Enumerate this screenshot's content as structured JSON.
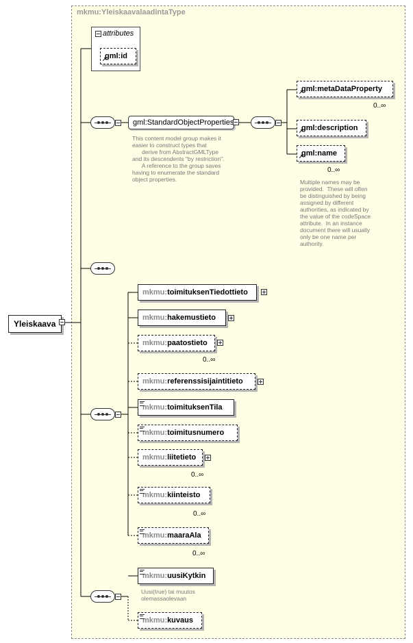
{
  "diagram": {
    "type_name": "mkmu:YleiskaavalaadintaType",
    "root_element": "Yleiskaava",
    "attributes_label": "attributes",
    "attributes": [
      {
        "prefix": "gml:",
        "name": "id"
      }
    ],
    "standard_group": {
      "label": "gml:StandardObjectProperties",
      "note": "This content model group makes it\neasier to construct types that\n      derive from AbstractGMLType\nand its descendents \"by restriction\".\n      A reference to the group saves\nhaving to enumerate the standard\nobject properties.",
      "elements": [
        {
          "prefix": "gml:",
          "name": "metaDataProperty",
          "cardinality": "0..∞"
        },
        {
          "prefix": "gml:",
          "name": "description",
          "cardinality": ""
        },
        {
          "prefix": "gml:",
          "name": "name",
          "cardinality": "0..∞"
        }
      ],
      "name_note": "Multiple names may be\nprovided.  These will often\nbe distinguished by being\nassigned by different\nauthorities, as indicated by\nthe value of the codeSpace\nattribute.  In an instance\ndocument there will usually\nonly be one name per\nauthority."
    },
    "main_elements": [
      {
        "prefix": "mkmu:",
        "name": "toimituksenTiedottieto",
        "cardinality": ""
      },
      {
        "prefix": "mkmu:",
        "name": "hakemustieto",
        "cardinality": ""
      },
      {
        "prefix": "mkmu:",
        "name": "paatostieto",
        "cardinality": "0..∞"
      },
      {
        "prefix": "mkmu:",
        "name": "referenssisijaintitieto",
        "cardinality": ""
      },
      {
        "prefix": "mkmu:",
        "name": "toimituksenTila",
        "cardinality": ""
      },
      {
        "prefix": "mkmu:",
        "name": "toimitusnumero",
        "cardinality": ""
      },
      {
        "prefix": "mkmu:",
        "name": "liitetieto",
        "cardinality": "0..∞"
      },
      {
        "prefix": "mkmu:",
        "name": "kiinteisto",
        "cardinality": "0..∞"
      },
      {
        "prefix": "mkmu:",
        "name": "maaraAla",
        "cardinality": "0..∞"
      }
    ],
    "bottom_elements": [
      {
        "prefix": "mkmu:",
        "name": "uusiKytkin",
        "cardinality": ""
      },
      {
        "prefix": "mkmu:",
        "name": "kuvaus",
        "cardinality": ""
      }
    ],
    "uusi_note": "Uusi(true) tai muutos\nolemassaolevaan"
  }
}
